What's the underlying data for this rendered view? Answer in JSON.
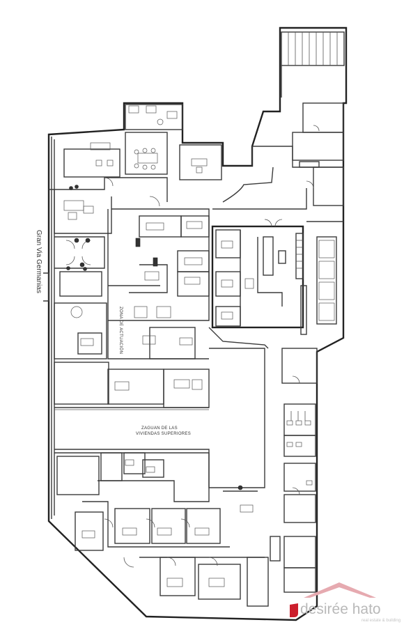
{
  "plan": {
    "street_label": "Gran Via Germanias",
    "zone_label": "ZONA  DE  ACTUACIÓN",
    "hall_label_line1": "ZAGUAN  DE  LAS",
    "hall_label_line2": "VIVIENDAS  SUPERIORES"
  },
  "watermark": {
    "brand": "desirée hato",
    "tagline": "real estate & building",
    "accent_color": "#cc1f2d"
  }
}
